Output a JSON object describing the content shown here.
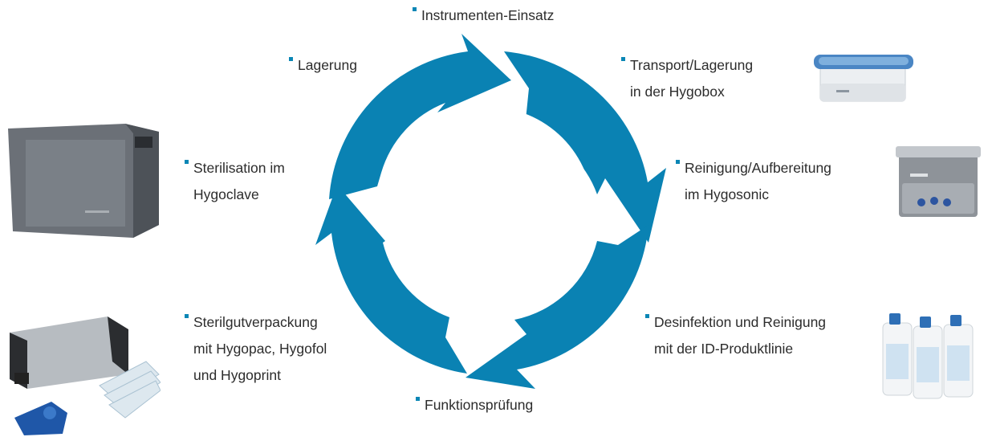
{
  "colors": {
    "arrow": "#0a82b3",
    "bullet": "#0a86b5",
    "text": "#2c2c2c"
  },
  "steps": {
    "instrument_insert": [
      "Instrumenten-Einsatz"
    ],
    "transport": [
      "Transport/Lagerung",
      "in der Hygobox"
    ],
    "cleaning": [
      "Reinigung/Aufbereitung",
      "im Hygosonic"
    ],
    "disinfection": [
      "Desinfektion und Reinigung",
      "mit der ID-Produktlinie"
    ],
    "function_test": [
      "Funktionsprüfung"
    ],
    "packaging": [
      "Sterilgutverpackung",
      "mit Hygopac, Hygofol",
      "und Hygoprint"
    ],
    "sterilisation": [
      "Sterilisation im",
      "Hygoclave"
    ],
    "storage": [
      "Lagerung"
    ]
  },
  "products": [
    "hygobox-image",
    "hygosonic-image",
    "disinfectant-bottles-image",
    "hygoclave-image",
    "hygopac-sealer-image"
  ]
}
